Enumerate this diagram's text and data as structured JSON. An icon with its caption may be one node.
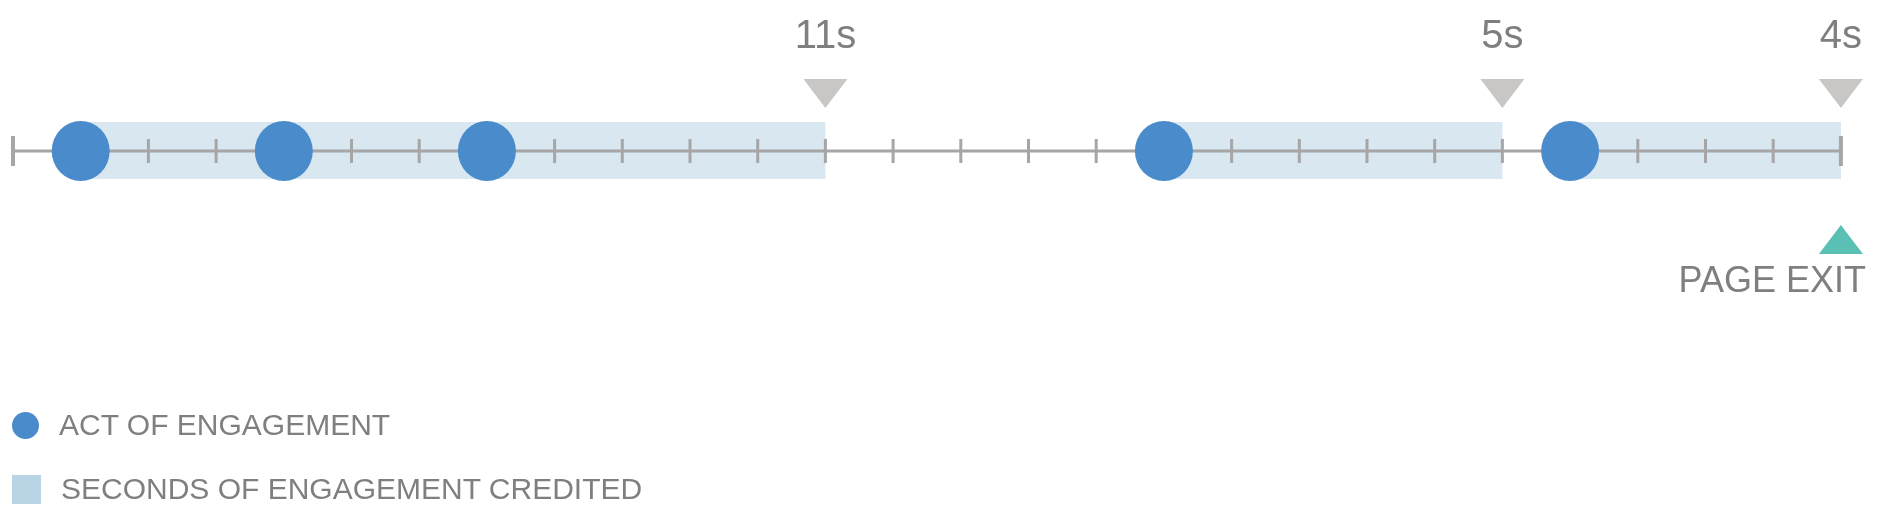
{
  "diagram": {
    "labels": [
      "11s",
      "5s",
      "4s",
      "PAGE EXIT"
    ],
    "legend": [
      {
        "text": "ACT OF ENGAGEMENT",
        "color": "#4a8ccb"
      },
      {
        "text": "SECONDS OF ENGAGEMENT CREDITED",
        "color": "#b9d4e5"
      }
    ]
  }
}
